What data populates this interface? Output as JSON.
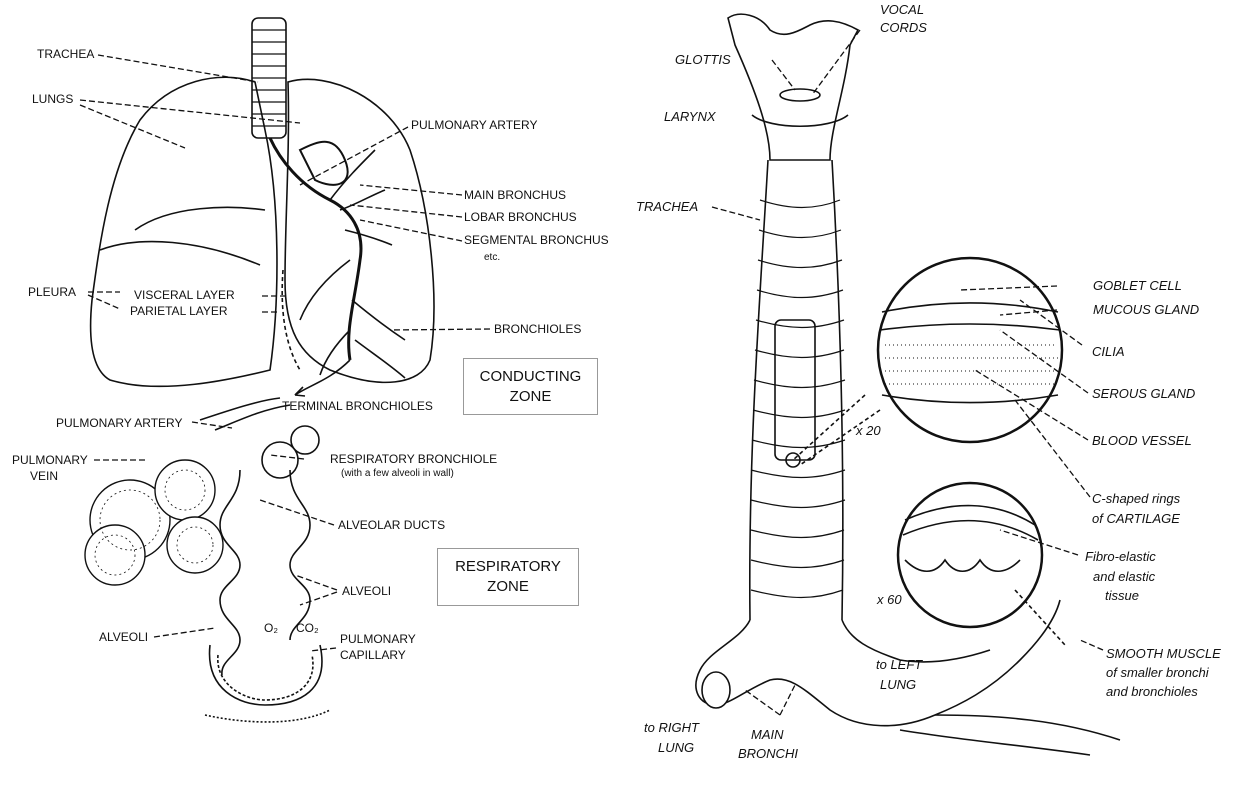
{
  "left_panel": {
    "labels": {
      "trachea": "TRACHEA",
      "lungs": "LUNGS",
      "pulmonary_artery_top": "PULMONARY ARTERY",
      "main_bronchus": "MAIN BRONCHUS",
      "lobar_bronchus": "LOBAR BRONCHUS",
      "segmental_bronchus": "SEGMENTAL BRONCHUS",
      "segmental_etc": "etc.",
      "pleura": "PLEURA",
      "visceral_layer": "VISCERAL LAYER",
      "parietal_layer": "PARIETAL LAYER",
      "bronchioles": "BRONCHIOLES",
      "terminal_bronchioles": "TERMINAL BRONCHIOLES",
      "pulmonary_artery_bottom": "PULMONARY ARTERY",
      "pulmonary_vein_1": "PULMONARY",
      "pulmonary_vein_2": "VEIN",
      "respiratory_bronchiole": "RESPIRATORY BRONCHIOLE",
      "respiratory_bronchiole_note": "(with a few alveoli in wall)",
      "alveolar_ducts": "ALVEOLAR DUCTS",
      "alveoli_right": "ALVEOLI",
      "alveoli_left": "ALVEOLI",
      "pulmonary_capillary_1": "PULMONARY",
      "pulmonary_capillary_2": "CAPILLARY",
      "o2": "O₂",
      "co2": "CO₂"
    },
    "zones": {
      "conducting_1": "CONDUCTING",
      "conducting_2": "ZONE",
      "respiratory_1": "RESPIRATORY",
      "respiratory_2": "ZONE"
    }
  },
  "right_panel": {
    "labels": {
      "vocal_cords_1": "VOCAL",
      "vocal_cords_2": "CORDS",
      "glottis": "GLOTTIS",
      "larynx": "LARYNX",
      "trachea": "TRACHEA",
      "goblet_cell": "GOBLET CELL",
      "mucous_gland": "MUCOUS GLAND",
      "cilia": "CILIA",
      "serous_gland": "SEROUS GLAND",
      "blood_vessel": "BLOOD VESSEL",
      "x20": "x 20",
      "cartilage_1": "C-shaped rings",
      "cartilage_2": "of CARTILAGE",
      "fibro_1": "Fibro-elastic",
      "fibro_2": "and elastic",
      "fibro_3": "tissue",
      "x60": "x 60",
      "smooth_1": "SMOOTH MUSCLE",
      "smooth_2": "of smaller bronchi",
      "smooth_3": "and bronchioles",
      "left_lung_1": "to LEFT",
      "left_lung_2": "LUNG",
      "right_lung_1": "to RIGHT",
      "right_lung_2": "LUNG",
      "main_bronchi_1": "MAIN",
      "main_bronchi_2": "BRONCHI"
    }
  }
}
